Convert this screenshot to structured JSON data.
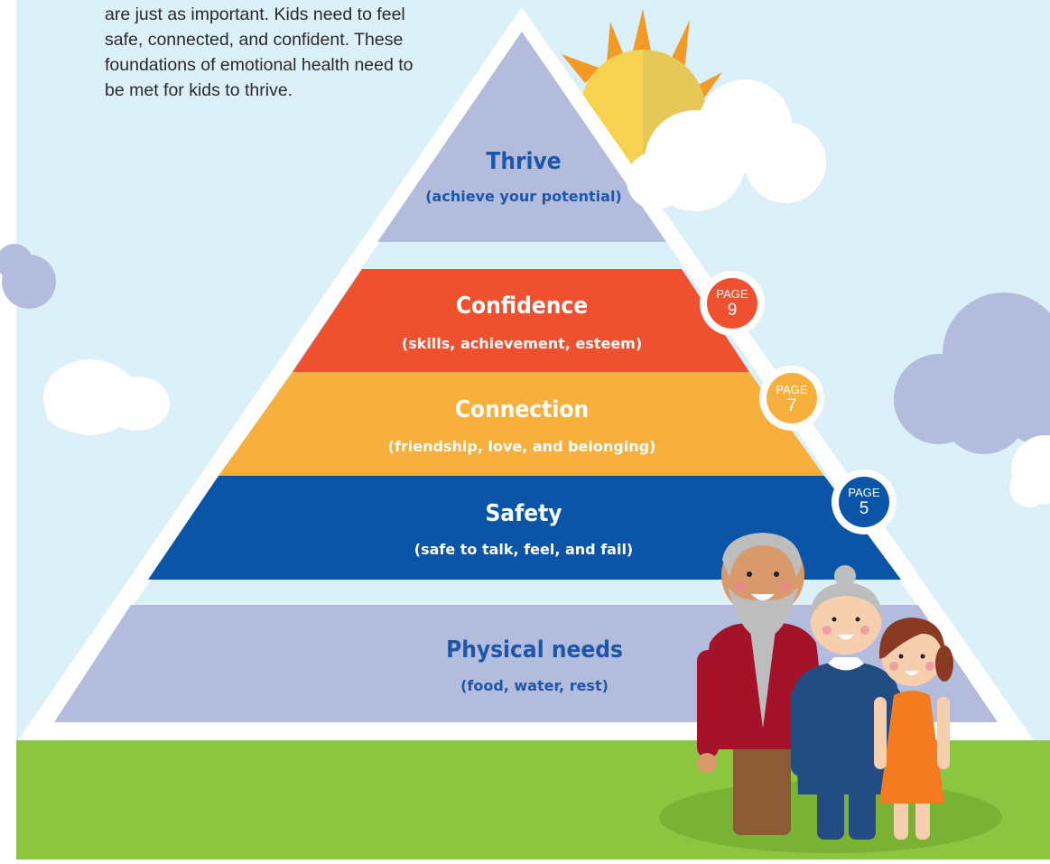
{
  "intro": {
    "text": "are just as important. Kids need to feel safe, connected, and confident. These foundations of emotional health need to be met for kids to thrive."
  },
  "pyramid": {
    "tiers": [
      {
        "title": "Thrive",
        "subtitle": "(achieve your potential)",
        "color": "#b3bcdd",
        "text_color": "#1e56a8"
      },
      {
        "title": "Confidence",
        "subtitle": "(skills, achievement, esteem)",
        "color": "#ee5030",
        "text_color": "#ffffff"
      },
      {
        "title": "Connection",
        "subtitle": "(friendship, love, and belonging)",
        "color": "#f7b03e",
        "text_color": "#ffffff"
      },
      {
        "title": "Safety",
        "subtitle": "(safe to talk, feel, and fail)",
        "color": "#0a55a8",
        "text_color": "#ffffff"
      },
      {
        "title": "Physical needs",
        "subtitle": "(food, water, rest)",
        "color": "#b3bcdd",
        "text_color": "#1e56a8"
      }
    ]
  },
  "badges": [
    {
      "word": "PAGE",
      "number": "9",
      "color": "#ee5030"
    },
    {
      "word": "PAGE",
      "number": "7",
      "color": "#f7b03e"
    },
    {
      "word": "PAGE",
      "number": "5",
      "color": "#0a55a8"
    }
  ],
  "scene": {
    "sky_color": "#dcf0fa",
    "grass_color": "#8cc640",
    "icons": [
      "sun-icon",
      "cloud-icon",
      "grandfather-figure",
      "grandmother-figure",
      "girl-figure"
    ]
  }
}
